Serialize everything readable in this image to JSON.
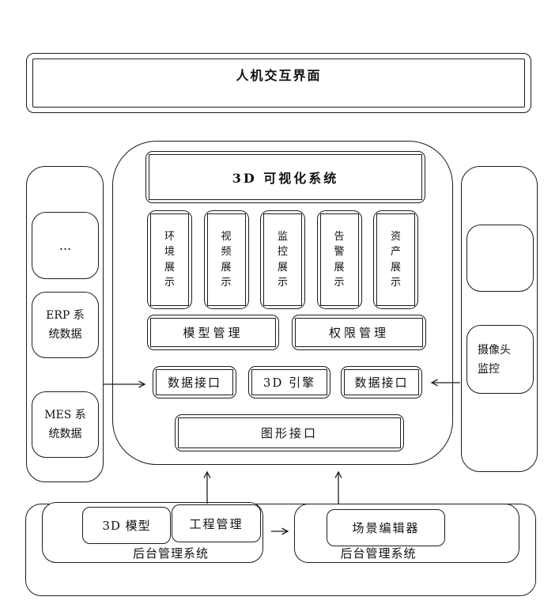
{
  "colors": {
    "border": "#1c1c1c",
    "background": "#ffffff"
  },
  "top_banner": {
    "title": "人机交互界面"
  },
  "center_system": {
    "title": "3D 可视化系统",
    "display_modules": [
      {
        "label": "环境展示"
      },
      {
        "label": "视频展示"
      },
      {
        "label": "监控展示"
      },
      {
        "label": "告警展示"
      },
      {
        "label": "资产展示"
      }
    ],
    "management_modules": [
      {
        "label": "模型管理"
      },
      {
        "label": "权限管理"
      }
    ],
    "interface_modules": [
      {
        "label": "数据接口"
      },
      {
        "label": "3D 引擎"
      },
      {
        "label": "数据接口"
      }
    ],
    "graphics_interface": {
      "label": "图形接口"
    }
  },
  "left_panel": {
    "items": [
      {
        "label": "...",
        "lines": [
          "..."
        ]
      },
      {
        "label": "ERP 系统数据",
        "lines": [
          "ERP 系",
          "统数据"
        ]
      },
      {
        "label": "MES 系统数据",
        "lines": [
          "MES 系",
          "统数据"
        ]
      }
    ]
  },
  "right_panel": {
    "items": [
      {
        "label": "",
        "lines": []
      },
      {
        "label": "摄像头监控",
        "lines": [
          "摄像头",
          "监控"
        ]
      }
    ]
  },
  "bottom_section": {
    "left_group": {
      "label": "后台管理系统",
      "items": [
        {
          "label": "3D 模型"
        },
        {
          "label": "工程管理"
        }
      ]
    },
    "right_group": {
      "label": "后台管理系统",
      "items": [
        {
          "label": "场景编辑器"
        }
      ]
    }
  }
}
